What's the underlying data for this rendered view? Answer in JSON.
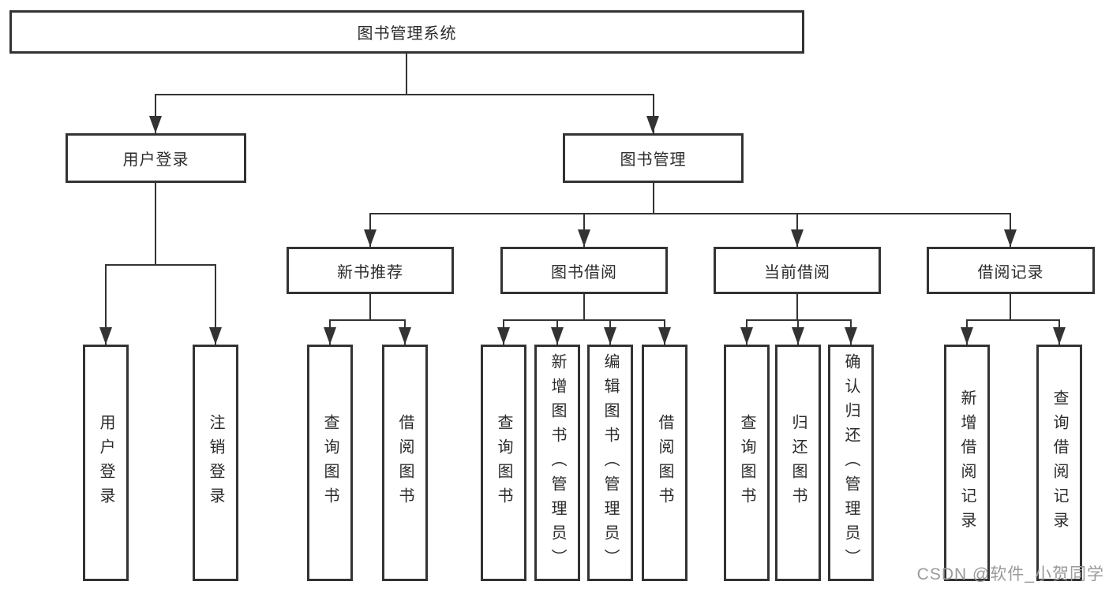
{
  "diagram_type": "hierarchy",
  "line_color": "#333333",
  "tree": {
    "root": {
      "label": "图书管理系统"
    },
    "branches": [
      {
        "label": "用户登录",
        "children": [
          {
            "label": "用户登录"
          },
          {
            "label": "注销登录"
          }
        ]
      },
      {
        "label": "图书管理",
        "children": [
          {
            "label": "新书推荐",
            "children": [
              {
                "label": "查询图书"
              },
              {
                "label": "借阅图书"
              }
            ]
          },
          {
            "label": "图书借阅",
            "children": [
              {
                "label": "查询图书"
              },
              {
                "label": "新增图书（管理员）"
              },
              {
                "label": "编辑图书（管理员）"
              },
              {
                "label": "借阅图书"
              }
            ]
          },
          {
            "label": "当前借阅",
            "children": [
              {
                "label": "查询图书"
              },
              {
                "label": "归还图书"
              },
              {
                "label": "确认归还（管理员）"
              }
            ]
          },
          {
            "label": "借阅记录",
            "children": [
              {
                "label": "新增借阅记录"
              },
              {
                "label": "查询借阅记录"
              }
            ]
          }
        ]
      }
    ]
  },
  "watermark": {
    "text": "CSDN @软件_小贺同学",
    "color": "#9a9a9a"
  }
}
